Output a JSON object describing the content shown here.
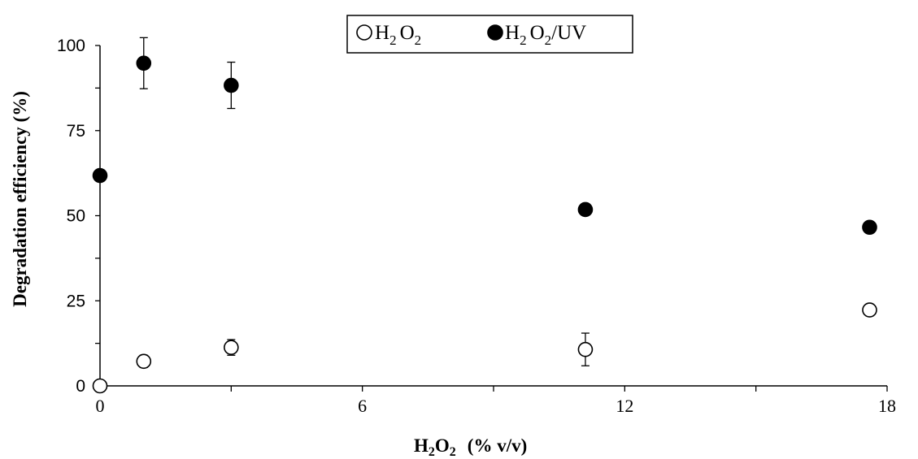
{
  "chart_data": {
    "type": "scatter",
    "xlabel": {
      "main": "H",
      "sub": "2",
      "main2": "O",
      "sub2": "2",
      "rest": "(% v/v)"
    },
    "ylabel": "Degradation efficiency (%)",
    "xlim": [
      0,
      18
    ],
    "ylim": [
      0,
      100
    ],
    "x_ticks": [
      "0",
      "6",
      "12",
      "18"
    ],
    "y_ticks": [
      "0",
      "25",
      "50",
      "75",
      "100"
    ],
    "x_minor_step": 3,
    "y_minor_step": 12.5,
    "legend_position": "top-center",
    "series": [
      {
        "name": {
          "a": "H",
          "a_sub": "2",
          "b": "O",
          "b_sub": "2",
          "rest": ""
        },
        "marker": "open-circle",
        "color": "#000000",
        "points": [
          {
            "x": 0,
            "y": 0,
            "err": 0
          },
          {
            "x": 1,
            "y": 7.2,
            "err": 1.8
          },
          {
            "x": 3,
            "y": 11.3,
            "err": 2.3
          },
          {
            "x": 11.1,
            "y": 10.7,
            "err": 4.8
          },
          {
            "x": 17.6,
            "y": 22.3,
            "err": 0
          }
        ]
      },
      {
        "name": {
          "a": "H",
          "a_sub": "2",
          "b": "O",
          "b_sub": "2",
          "rest": "/UV"
        },
        "marker": "filled-circle",
        "color": "#000000",
        "points": [
          {
            "x": 0,
            "y": 61.8,
            "err": 0
          },
          {
            "x": 1,
            "y": 94.8,
            "err": 7.5
          },
          {
            "x": 3,
            "y": 88.3,
            "err": 6.8
          },
          {
            "x": 11.1,
            "y": 51.8,
            "err": 1.5
          },
          {
            "x": 17.6,
            "y": 46.6,
            "err": 0
          }
        ]
      }
    ]
  }
}
